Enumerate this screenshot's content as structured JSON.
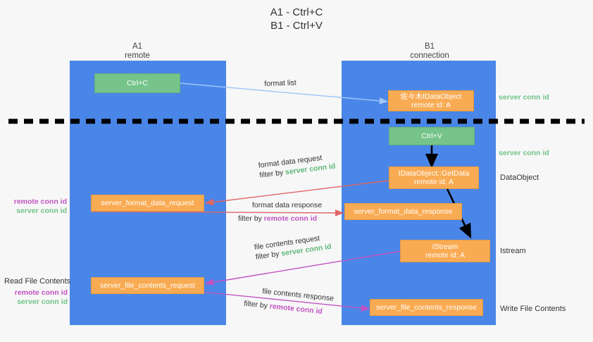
{
  "title": {
    "line1": "A1 - Ctrl+C",
    "line2": "B1 - Ctrl+V"
  },
  "colors": {
    "lane": "#4a86e8",
    "box_orange": "#f9ab53",
    "box_green": "#76c48a",
    "server_conn_id": "#71c387",
    "remote_conn_id": "#c154c1",
    "arrow_formatlist": "#9fc5f8",
    "arrow_format_data": "#e06666",
    "arrow_file_contents": "#c154c1",
    "arrow_internal": "#000000",
    "divider": "#000000"
  },
  "lanes": [
    {
      "name": "A1",
      "sub": "remote"
    },
    {
      "name": "B1",
      "sub": "connection"
    }
  ],
  "boxes": {
    "ctrl_c": {
      "line1": "Ctrl+C"
    },
    "ctrl_v": {
      "line1": "Ctrl+V"
    },
    "idataobject": {
      "line1": "佐々木IDataObject",
      "line2": "remote id: A"
    },
    "getdata": {
      "line1": "IDataObject::GetData",
      "line2": "remote id: A"
    },
    "istream": {
      "line1": "IStream",
      "line2": "remote id: A"
    },
    "server_format_data_request": {
      "line1": "server_format_data_request"
    },
    "server_format_data_response": {
      "line1": "server_format_data_response"
    },
    "server_file_contents_request": {
      "line1": "server_file_contents_request"
    },
    "server_file_contents_response": {
      "line1": "server_file_contents_response"
    }
  },
  "right_labels": [
    {
      "text": "server conn id",
      "kind": "green"
    },
    {
      "text": "server conn id",
      "kind": "green"
    },
    {
      "text": "DataObject",
      "kind": "dark"
    },
    {
      "text": "Istream",
      "kind": "dark"
    },
    {
      "text": "Write File Contents",
      "kind": "dark"
    }
  ],
  "left_labels": {
    "group1": {
      "remote": "remote conn id",
      "server": "server conn id"
    },
    "group2": {
      "heading": "Read File Contents",
      "remote": "remote conn id",
      "server": "server conn id"
    }
  },
  "connector_captions": {
    "format_list": "format list",
    "format_data_request": "format data request",
    "format_data_request_filter_prefix": "filter by ",
    "format_data_request_filter_value": "server conn id",
    "format_data_response": "format data response",
    "format_data_response_filter_prefix": "filter by ",
    "format_data_response_filter_value": "remote conn id",
    "file_contents_request": "file contents request",
    "file_contents_request_filter_prefix": "filter by ",
    "file_contents_request_filter_value": "server conn id",
    "file_contents_response": "file contents response",
    "file_contents_response_filter_prefix": "filter by ",
    "file_contents_response_filter_value": "remote conn id"
  }
}
